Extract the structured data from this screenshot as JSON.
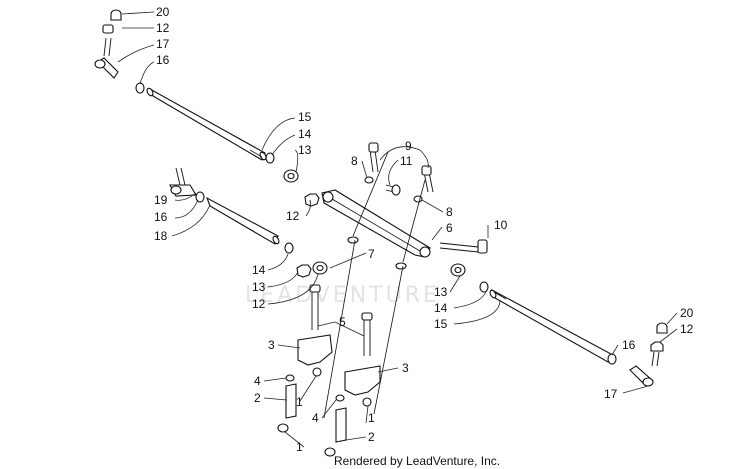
{
  "diagram": {
    "watermark": "LEADVENTURE",
    "credit": "Rendered by LeadVenture, Inc.",
    "callouts": [
      "20",
      "12",
      "17",
      "16",
      "15",
      "14",
      "13",
      "19",
      "16",
      "18",
      "12",
      "14",
      "13",
      "12",
      "9",
      "8",
      "11",
      "8",
      "6",
      "10",
      "7",
      "5",
      "3",
      "4",
      "2",
      "1",
      "1",
      "3",
      "1",
      "4",
      "1",
      "2",
      "13",
      "14",
      "15",
      "20",
      "12",
      "16",
      "17"
    ]
  }
}
